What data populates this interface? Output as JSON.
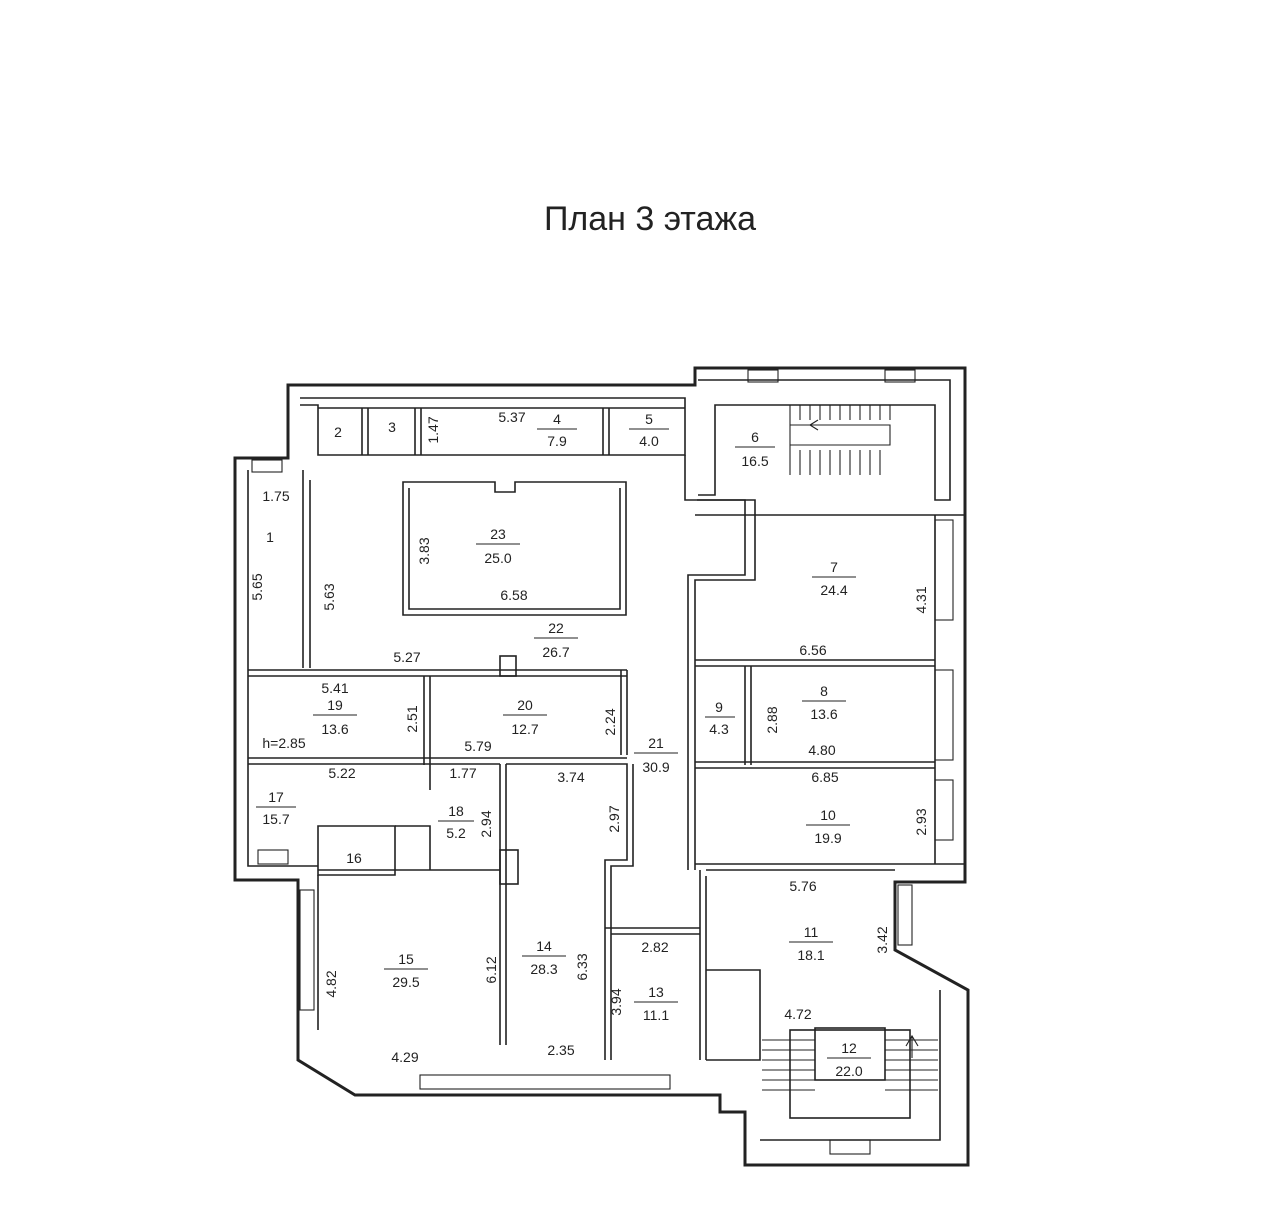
{
  "title": "План 3 этажа",
  "rooms": [
    {
      "id": "1",
      "num": "1",
      "area": ""
    },
    {
      "id": "2",
      "num": "2",
      "area": ""
    },
    {
      "id": "3",
      "num": "3",
      "area": ""
    },
    {
      "id": "4",
      "num": "4",
      "area": "7.9"
    },
    {
      "id": "5",
      "num": "5",
      "area": "4.0"
    },
    {
      "id": "6",
      "num": "6",
      "area": "16.5"
    },
    {
      "id": "7",
      "num": "7",
      "area": "24.4"
    },
    {
      "id": "8",
      "num": "8",
      "area": "13.6"
    },
    {
      "id": "9",
      "num": "9",
      "area": "4.3"
    },
    {
      "id": "10",
      "num": "10",
      "area": "19.9"
    },
    {
      "id": "11",
      "num": "11",
      "area": "18.1"
    },
    {
      "id": "12",
      "num": "12",
      "area": "22.0"
    },
    {
      "id": "13",
      "num": "13",
      "area": "11.1"
    },
    {
      "id": "14",
      "num": "14",
      "area": "28.3"
    },
    {
      "id": "15",
      "num": "15",
      "area": "29.5"
    },
    {
      "id": "16",
      "num": "16",
      "area": ""
    },
    {
      "id": "17",
      "num": "17",
      "area": "15.7"
    },
    {
      "id": "18",
      "num": "18",
      "area": "5.2"
    },
    {
      "id": "19",
      "num": "19",
      "area": "13.6"
    },
    {
      "id": "20",
      "num": "20",
      "area": "12.7"
    },
    {
      "id": "21",
      "num": "21",
      "area": "30.9"
    },
    {
      "id": "22",
      "num": "22",
      "area": "26.7"
    },
    {
      "id": "23",
      "num": "23",
      "area": "25.0"
    }
  ],
  "dimensions": [
    "1.47",
    "5.37",
    "1.75",
    "5.65",
    "5.63",
    "3.83",
    "6.58",
    "5.27",
    "5.41",
    "2.51",
    "h=2.85",
    "2.24",
    "5.79",
    "5.22",
    "1.77",
    "3.74",
    "2.94",
    "2.97",
    "4.31",
    "6.56",
    "2.88",
    "4.80",
    "6.85",
    "2.93",
    "5.76",
    "3.42",
    "2.82",
    "6.12",
    "6.33",
    "3.94",
    "4.82",
    "4.29",
    "2.35",
    "4.72"
  ]
}
